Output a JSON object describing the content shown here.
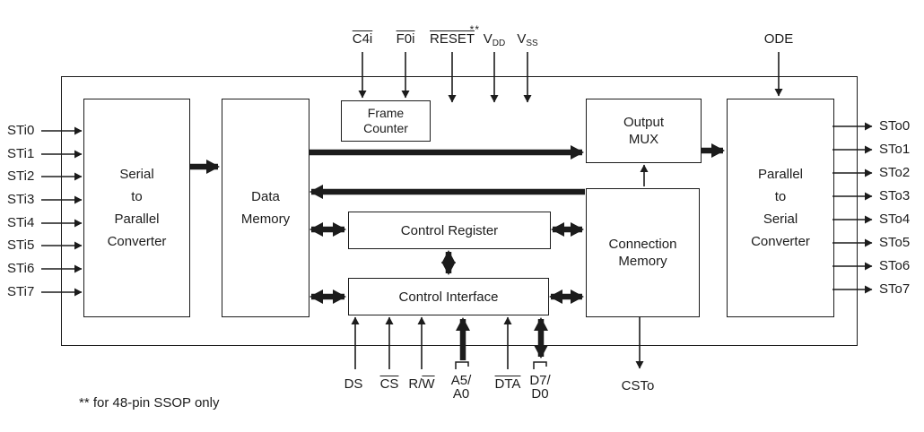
{
  "diagram": {
    "blocks": {
      "serial_to_parallel": [
        "Serial",
        "to",
        "Parallel",
        "Converter"
      ],
      "data_memory": [
        "Data",
        "Memory"
      ],
      "frame_counter": [
        "Frame",
        "Counter"
      ],
      "control_register": "Control Register",
      "control_interface": "Control Interface",
      "connection_memory": [
        "Connection",
        "Memory"
      ],
      "output_mux": [
        "Output",
        "MUX"
      ],
      "parallel_to_serial": [
        "Parallel",
        "to",
        "Serial",
        "Converter"
      ]
    },
    "left_pins": [
      "STi0",
      "STi1",
      "STi2",
      "STi3",
      "STi4",
      "STi5",
      "STi6",
      "STi7"
    ],
    "right_pins": [
      "STo0",
      "STo1",
      "STo2",
      "STo3",
      "STo4",
      "STo5",
      "STo6",
      "STo7"
    ],
    "top_pins": {
      "c4i": "C4i",
      "f0i": "F0i",
      "reset": "RESET",
      "reset_note": "**",
      "vdd_main": "V",
      "vdd_sub": "DD",
      "vss_main": "V",
      "vss_sub": "SS",
      "ode": "ODE"
    },
    "bottom_pins": {
      "ds": "DS",
      "cs": "CS",
      "rw_main": "R/",
      "rw_overline": "W",
      "a5a0": [
        "A5/",
        "A0"
      ],
      "dta": "DTA",
      "d7d0": [
        "D7/",
        "D0"
      ],
      "csto": "CSTo"
    },
    "footnote": "** for 48-pin SSOP only"
  }
}
